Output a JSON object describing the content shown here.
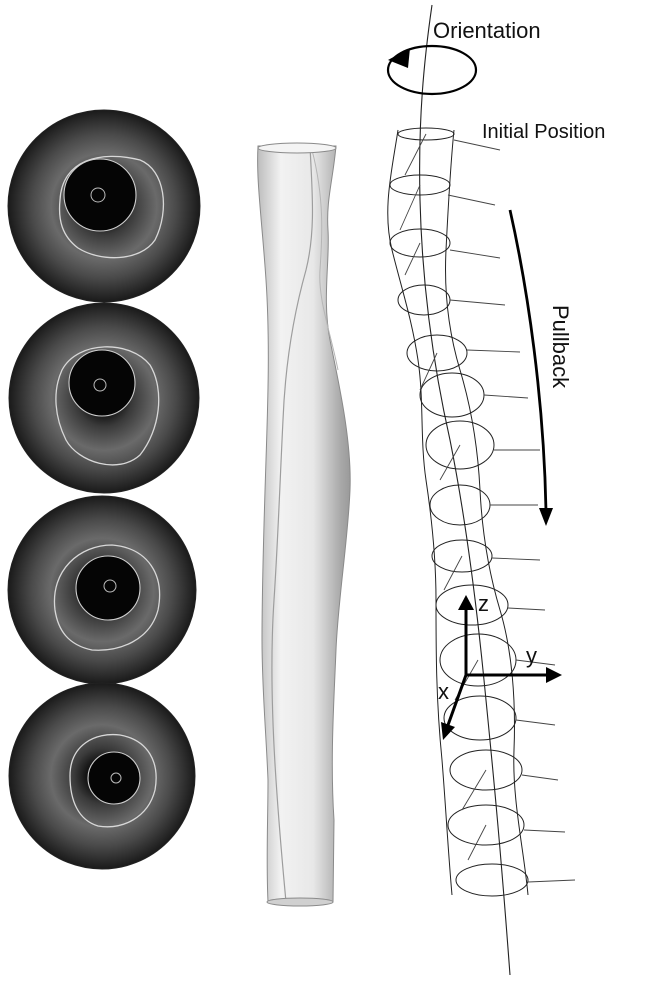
{
  "labels": {
    "orientation": "Orientation",
    "initial_position": "Initial Position",
    "pullback": "Pullback",
    "axis_z": "z",
    "axis_y": "y",
    "axis_x": "x"
  },
  "colors": {
    "background": "#ffffff",
    "ivus_dark": "#0d0d0d",
    "vessel_fill": "#e6e6e6",
    "vessel_edge": "#8a8a8a",
    "wire": "#222222",
    "arrow": "#000000"
  },
  "ivus_frames": [
    {
      "id": "frame-1"
    },
    {
      "id": "frame-2"
    },
    {
      "id": "frame-3"
    },
    {
      "id": "frame-4"
    }
  ]
}
